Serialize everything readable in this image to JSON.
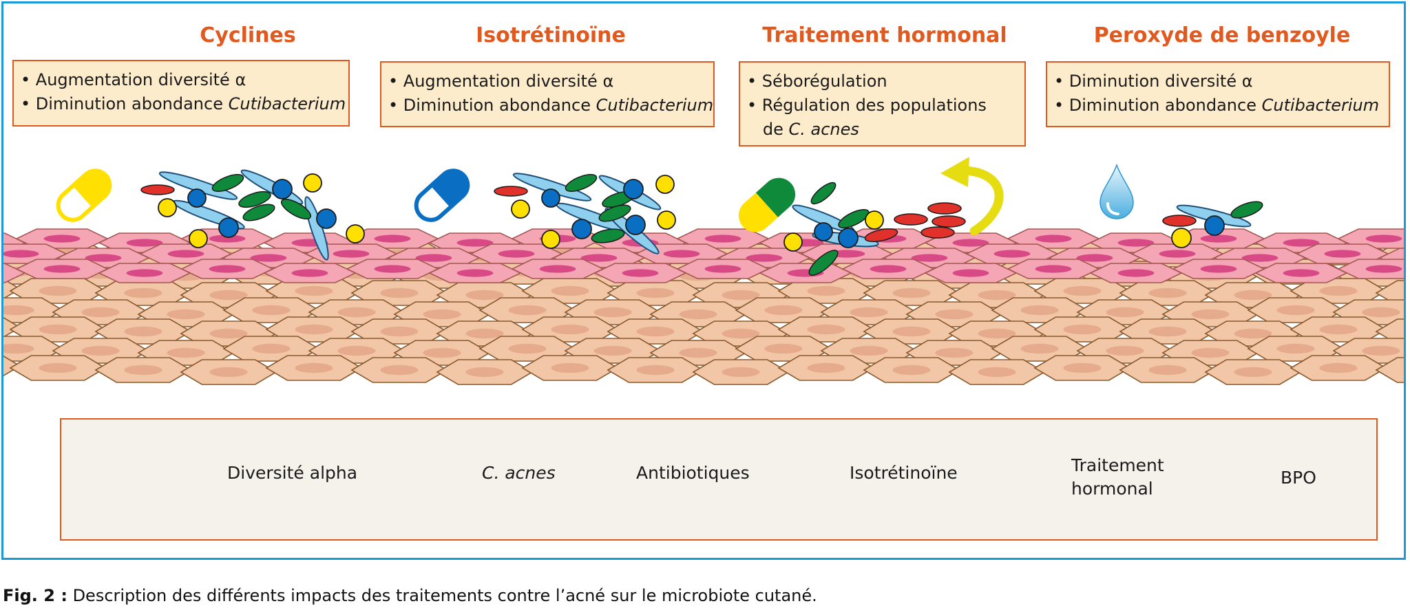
{
  "columns": [
    {
      "title": "Cyclines",
      "lines": [
        "• Augmentation diversité α",
        "• Diminution abondance "
      ],
      "italic_tail": [
        "",
        "Cutibacterium"
      ]
    },
    {
      "title": "Isotrétinoïne",
      "lines": [
        "• Augmentation diversité α",
        "• Diminution abondance "
      ],
      "italic_tail": [
        "",
        "Cutibacterium"
      ]
    },
    {
      "title": "Traitement hormonal",
      "lines": [
        "• Séborégulation",
        "• Régulation des populations",
        "   de "
      ],
      "italic_tail": [
        "",
        "",
        "C. acnes"
      ]
    },
    {
      "title": "Peroxyde de benzoyle",
      "lines": [
        "• Diminution diversité α",
        "• Diminution abondance "
      ],
      "italic_tail": [
        "",
        "Cutibacterium"
      ]
    }
  ],
  "legend": {
    "alpha": "Diversité alpha",
    "cacnes": "C. acnes",
    "antibiotics": "Antibiotiques",
    "isotretinoin": "Isotrétinoïne",
    "hormonal_1": "Traitement",
    "hormonal_2": "hormonal",
    "bpo": "BPO"
  },
  "caption": {
    "label": "Fig. 2 :",
    "text": " Description des différents impacts des traitements contre l’acné sur le microbiote cutané."
  },
  "colors": {
    "accent": "#e05a20",
    "box_fill": "#fdeccb",
    "frame": "#1a9ad6",
    "yellow": "#ffe000",
    "blue": "#0a6fc2",
    "green": "#0e8a3a",
    "red": "#e0312a",
    "light_blue": "#8fd0ee",
    "skin_pink": "#f4a6b5",
    "skin_beige": "#f2c7a7"
  }
}
